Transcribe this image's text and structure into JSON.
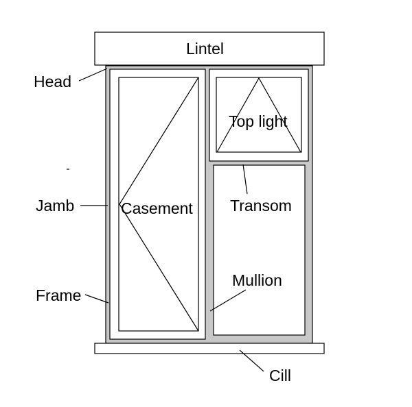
{
  "colors": {
    "frame_fill": "#c8c8c8",
    "panel_fill": "#ffffff",
    "stroke": "#000000",
    "background": "#ffffff"
  },
  "labels": {
    "lintel": "Lintel",
    "head": "Head",
    "jamb": "Jamb",
    "frame": "Frame",
    "casement": "Casement",
    "top_light": "Top light",
    "transom": "Transom",
    "mullion": "Mullion",
    "cill": "Cill"
  }
}
